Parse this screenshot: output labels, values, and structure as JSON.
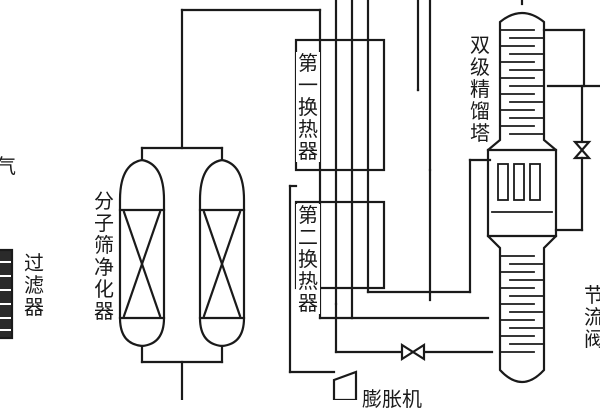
{
  "labels": {
    "filter": [
      "过",
      "滤",
      "器"
    ],
    "mol_sieve": [
      "分",
      "子",
      "筛",
      "净",
      "化",
      "器"
    ],
    "hx1": [
      "第",
      "一",
      "换",
      "热",
      "器"
    ],
    "hx2": [
      "第",
      "二",
      "换",
      "热",
      "器"
    ],
    "column": [
      "双",
      "级",
      "精",
      "馏",
      "塔"
    ],
    "throttle": [
      "节",
      "流",
      "阀"
    ],
    "left_partial": "气",
    "bottom_partial": "膨胀机"
  },
  "colors": {
    "line": "#1a1a1a",
    "background": "#ffffff"
  }
}
